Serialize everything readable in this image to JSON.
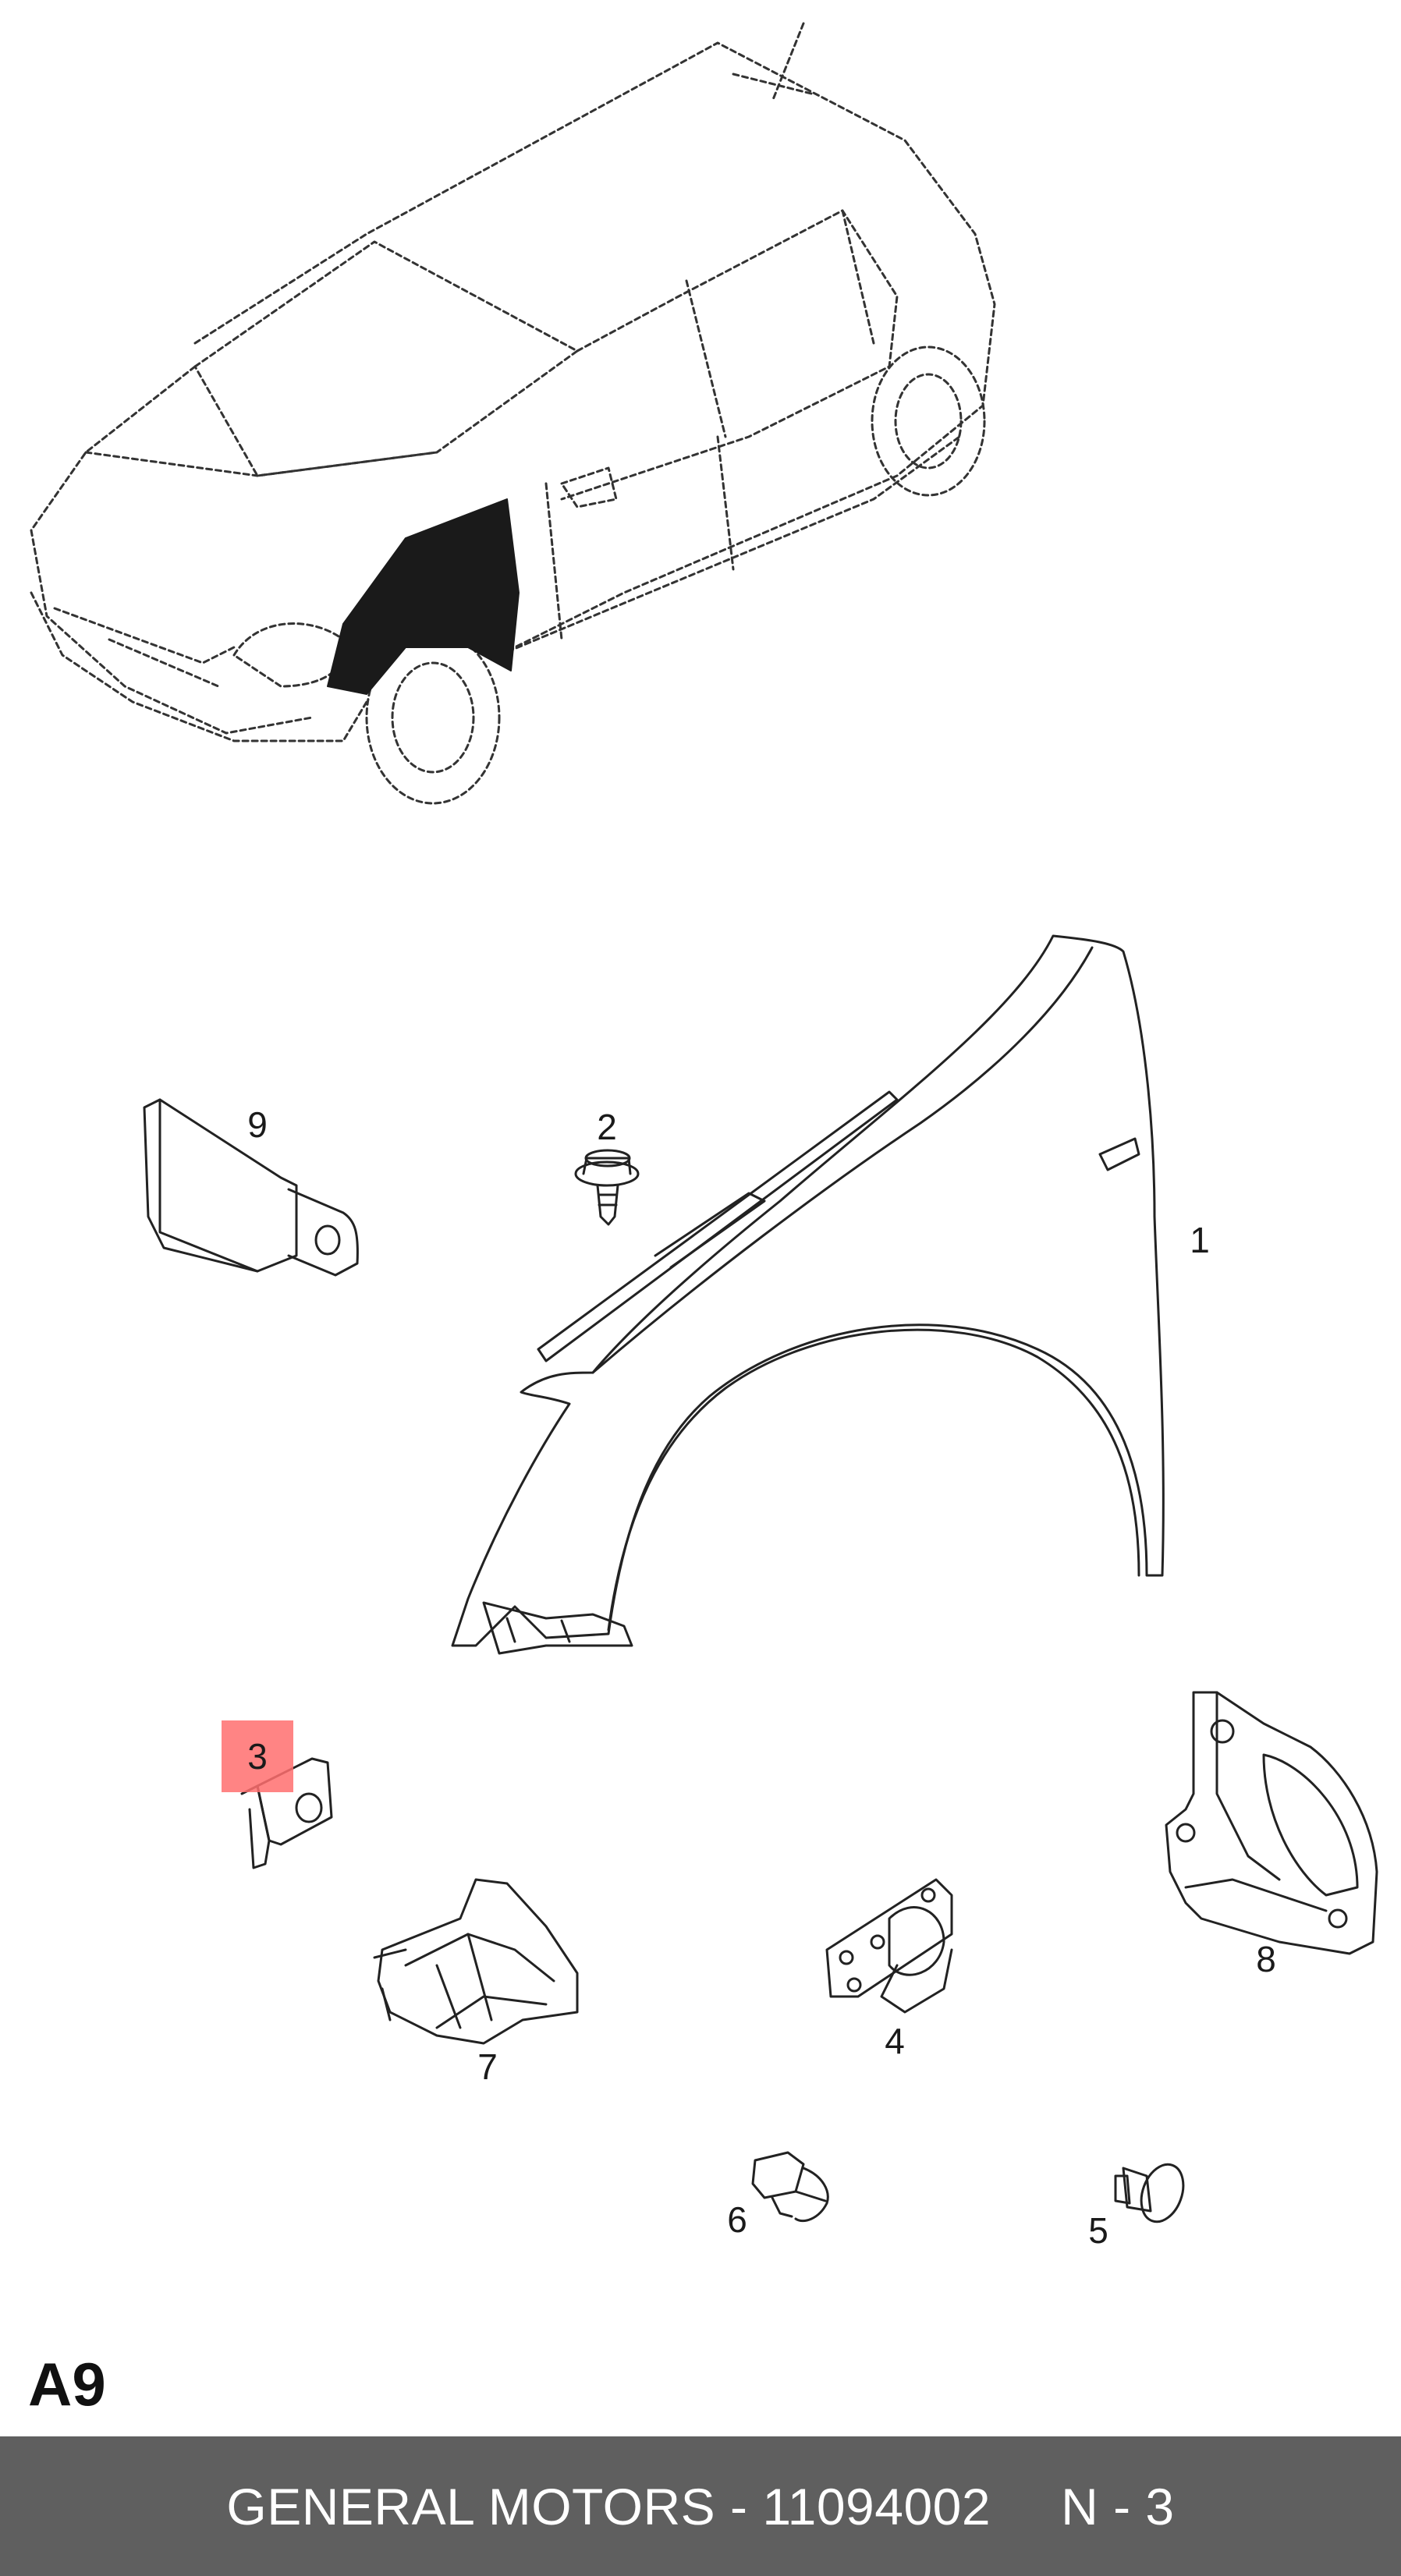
{
  "diagram": {
    "code": "A9",
    "callouts": [
      {
        "id": "1",
        "label": "1"
      },
      {
        "id": "2",
        "label": "2"
      },
      {
        "id": "3",
        "label": "3",
        "highlighted": true
      },
      {
        "id": "4",
        "label": "4"
      },
      {
        "id": "5",
        "label": "5"
      },
      {
        "id": "6",
        "label": "6"
      },
      {
        "id": "7",
        "label": "7"
      },
      {
        "id": "8",
        "label": "8"
      },
      {
        "id": "9",
        "label": "9"
      }
    ],
    "highlight_color": "#ff6e6e"
  },
  "footer": {
    "manufacturer_part": "GENERAL MOTORS - 11094002",
    "ref": "N - 3",
    "background": "#5f5f5f"
  }
}
